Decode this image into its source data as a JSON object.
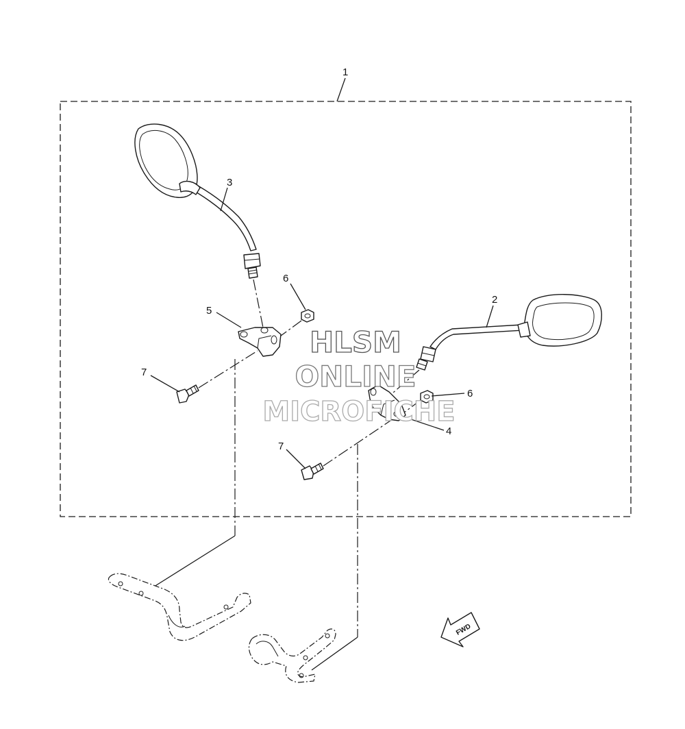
{
  "callouts": {
    "kit": "1",
    "right_mirror": "2",
    "left_mirror": "3",
    "right_bracket": "4",
    "left_bracket": "5",
    "nut_left": "6",
    "nut_right": "6",
    "bolt_left": "7",
    "bolt_right": "7"
  },
  "direction_badge": "FWD",
  "watermark": {
    "line1": "HLSM",
    "line2": "ONLINE",
    "line3": "MICROFICHE"
  },
  "colors": {
    "line": "#1a1a1a",
    "watermark_line1": "#555555",
    "watermark_line2": "#777777",
    "watermark_line3": "#aaaaaa"
  }
}
